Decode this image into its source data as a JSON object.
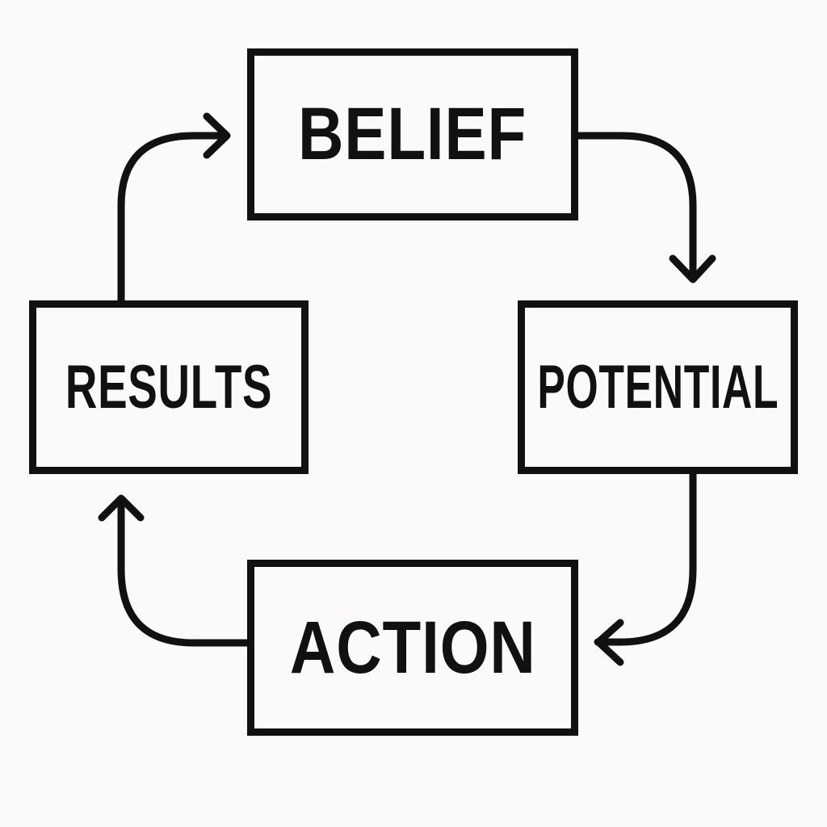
{
  "diagram": {
    "nodes": [
      {
        "id": "belief",
        "label": "BELIEF"
      },
      {
        "id": "potential",
        "label": "POTENTIAL"
      },
      {
        "id": "action",
        "label": "ACTION"
      },
      {
        "id": "results",
        "label": "RESULTS"
      }
    ],
    "edges": [
      {
        "from": "belief",
        "to": "potential"
      },
      {
        "from": "potential",
        "to": "action"
      },
      {
        "from": "action",
        "to": "results"
      },
      {
        "from": "results",
        "to": "belief"
      }
    ],
    "colors": {
      "background": "#fbfaf8",
      "stroke": "#111111"
    }
  }
}
